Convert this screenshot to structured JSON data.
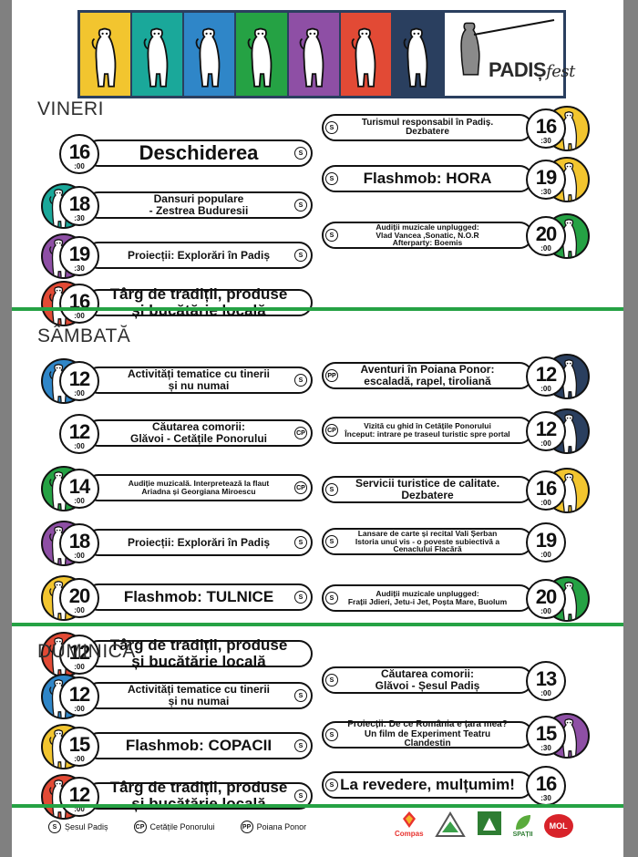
{
  "colors": {
    "yellow": "#f2c52f",
    "teal": "#1aa89a",
    "purple": "#8e4fa5",
    "red": "#e24a35",
    "blue": "#2f86c8",
    "navy": "#2a3f5f",
    "green": "#25a244"
  },
  "banner": {
    "panels": [
      "yellow",
      "teal",
      "blue",
      "green",
      "purple",
      "red",
      "navy"
    ],
    "logo": "PADIȘ",
    "logo_suffix": "fest"
  },
  "days": [
    {
      "title": "VINERI",
      "left": [
        {
          "time": "16",
          "min": ":00",
          "text": "Deschiderea",
          "loc": "S",
          "size": "big",
          "circle": null
        },
        {
          "time": "18",
          "min": ":30",
          "text": "Dansuri populare\n- Zestrea Buduresii",
          "loc": "S",
          "size": "md",
          "circle": "teal"
        },
        {
          "time": "19",
          "min": ":30",
          "text": "Proiecții: Explorări în Padiș",
          "loc": "S",
          "size": "md",
          "circle": "purple"
        },
        {
          "time": "16",
          "min": ":00",
          "text": "Târg de tradiții, produse\nși bucătărie locală",
          "loc": "",
          "size": "lg",
          "circle": "red"
        }
      ],
      "right": [
        {
          "time": "16",
          "min": ":30",
          "text": "Turismul responsabil în Padiș.\nDezbatere",
          "loc": "S",
          "size": "sm",
          "circle": "yellow"
        },
        {
          "time": "19",
          "min": ":30",
          "text": "Flashmob: HORA",
          "loc": "S",
          "size": "lg",
          "circle": "yellow"
        },
        {
          "time": "20",
          "min": ":00",
          "text": "Audiții muzicale unplugged:\nVlad Vancea ,Sonatic, N.O.R\nAfterparty: Boemis",
          "loc": "S",
          "size": "xs",
          "circle": "green"
        }
      ]
    },
    {
      "title": "SÂMBATĂ",
      "left": [
        {
          "time": "12",
          "min": ":00",
          "text": "Activități tematice cu tinerii\nși nu numai",
          "loc": "S",
          "size": "md",
          "circle": "blue"
        },
        {
          "time": "12",
          "min": ":00",
          "text": "Căutarea comorii:\nGlăvoi - Cetățile Ponorului",
          "loc": "CP",
          "size": "md",
          "circle": null
        },
        {
          "time": "14",
          "min": ":00",
          "text": "Audiție muzicală. Interpretează la flaut\nAriadna și Georgiana Miroescu",
          "loc": "CP",
          "size": "xs",
          "circle": "green"
        },
        {
          "time": "18",
          "min": ":00",
          "text": "Proiecții: Explorări în Padiș",
          "loc": "S",
          "size": "md",
          "circle": "purple"
        },
        {
          "time": "20",
          "min": ":00",
          "text": "Flashmob: TULNICE",
          "loc": "S",
          "size": "lg",
          "circle": "yellow"
        },
        {
          "time": "12",
          "min": ":00",
          "text": "Târg de tradiții, produse\nși bucătărie locală",
          "loc": "",
          "size": "lg",
          "circle": "red"
        }
      ],
      "right": [
        {
          "time": "12",
          "min": ":00",
          "text": "Aventuri în Poiana Ponor:\nescaladă, rapel, tiroliană",
          "loc": "PP",
          "size": "md",
          "circle": "navy"
        },
        {
          "time": "12",
          "min": ":00",
          "text": "Vizită cu ghid în Cetățile Ponorului\nÎnceput: intrare pe traseul turistic spre portal",
          "loc": "CP",
          "size": "xs",
          "circle": "navy"
        },
        {
          "time": "16",
          "min": ":00",
          "text": "Servicii turistice de calitate.\nDezbatere",
          "loc": "S",
          "size": "md",
          "circle": "yellow"
        },
        {
          "time": "19",
          "min": ":00",
          "text": "Lansare de carte și recital Vali Șerban\nIstoria unui vis - o poveste subiectivă a\nCenaclului Flacără",
          "loc": "S",
          "size": "xs",
          "circle": null
        },
        {
          "time": "20",
          "min": ":00",
          "text": "Audiții muzicale unplugged:\nFrații Jdieri, Jetu-i Jet, Poșta Mare, Buolum",
          "loc": "S",
          "size": "xs",
          "circle": "green"
        }
      ]
    },
    {
      "title": "DUMINICĂ",
      "left": [
        {
          "time": "12",
          "min": ":00",
          "text": "Activități tematice cu tinerii\nși nu numai",
          "loc": "S",
          "size": "md",
          "circle": "blue"
        },
        {
          "time": "15",
          "min": ":00",
          "text": "Flashmob: COPACII",
          "loc": "S",
          "size": "lg",
          "circle": "yellow"
        },
        {
          "time": "12",
          "min": ":00",
          "text": "Târg de tradiții, produse\nși bucătărie locală",
          "loc": "S",
          "size": "lg",
          "circle": "red"
        }
      ],
      "right": [
        {
          "time": "13",
          "min": ":00",
          "text": "Căutarea comorii:\nGlăvoi - Șesul Padiș",
          "loc": "S",
          "size": "md",
          "circle": null
        },
        {
          "time": "15",
          "min": ":30",
          "text": "Proiecții: De ce România e țara mea?\nUn film de Experiment Teatru Clandestin",
          "loc": "S",
          "size": "sm",
          "circle": "purple"
        },
        {
          "time": "16",
          "min": ":30",
          "text": "La revedere, mulțumim!",
          "loc": "S",
          "size": "lg",
          "circle": null
        }
      ]
    }
  ],
  "legend": [
    {
      "code": "S",
      "label": "Șesul Padiș"
    },
    {
      "code": "CP",
      "label": "Cetățile Ponorului"
    },
    {
      "code": "PP",
      "label": "Poiana Ponor"
    }
  ],
  "sponsors": [
    "Compas",
    "SPAȚII",
    "MOL"
  ]
}
